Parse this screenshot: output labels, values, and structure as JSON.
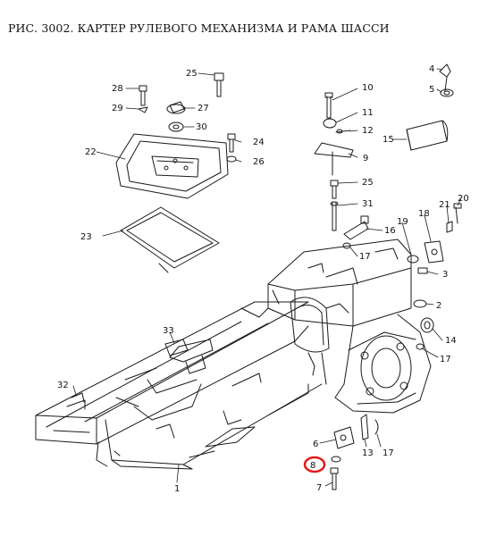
{
  "figure": {
    "title": "РИС. 3002. КАРТЕР РУЛЕВОГО МЕХАНИЗМА И РАМА ШАССИ"
  },
  "callouts": [
    {
      "id": "1",
      "label": "1"
    },
    {
      "id": "2",
      "label": "2"
    },
    {
      "id": "3",
      "label": "3"
    },
    {
      "id": "4",
      "label": "4"
    },
    {
      "id": "5",
      "label": "5"
    },
    {
      "id": "6",
      "label": "6"
    },
    {
      "id": "7",
      "label": "7"
    },
    {
      "id": "8",
      "label": "8"
    },
    {
      "id": "9",
      "label": "9"
    },
    {
      "id": "10",
      "label": "10"
    },
    {
      "id": "11",
      "label": "11"
    },
    {
      "id": "12",
      "label": "12"
    },
    {
      "id": "13",
      "label": "13"
    },
    {
      "id": "14",
      "label": "14"
    },
    {
      "id": "15",
      "label": "15"
    },
    {
      "id": "16",
      "label": "16"
    },
    {
      "id": "17a",
      "label": "17"
    },
    {
      "id": "17b",
      "label": "17"
    },
    {
      "id": "17c",
      "label": "17"
    },
    {
      "id": "18",
      "label": "18"
    },
    {
      "id": "19",
      "label": "19"
    },
    {
      "id": "20",
      "label": "20"
    },
    {
      "id": "21",
      "label": "21"
    },
    {
      "id": "22",
      "label": "22"
    },
    {
      "id": "23",
      "label": "23"
    },
    {
      "id": "24",
      "label": "24"
    },
    {
      "id": "25a",
      "label": "25"
    },
    {
      "id": "25b",
      "label": "25"
    },
    {
      "id": "26",
      "label": "26"
    },
    {
      "id": "27",
      "label": "27"
    },
    {
      "id": "28",
      "label": "28"
    },
    {
      "id": "29",
      "label": "29"
    },
    {
      "id": "30",
      "label": "30"
    },
    {
      "id": "31",
      "label": "31"
    },
    {
      "id": "32",
      "label": "32"
    },
    {
      "id": "33",
      "label": "33"
    }
  ],
  "highlight": {
    "target": "8",
    "color": "#e01b1b"
  },
  "colors": {
    "line": "#1a1a1a",
    "highlight": "#e01b1b"
  }
}
